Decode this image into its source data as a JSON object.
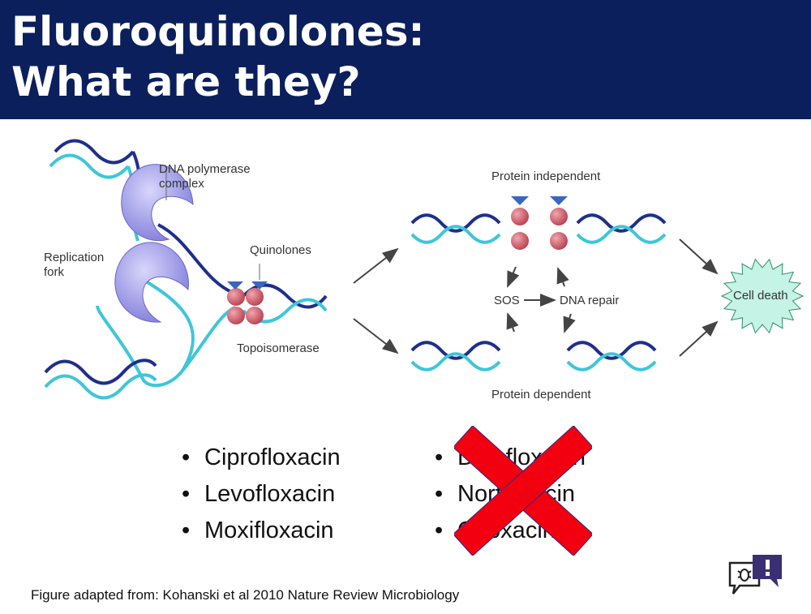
{
  "header": {
    "title_line1": "Fluoroquinolones:",
    "title_line2": "What are they?"
  },
  "diagram": {
    "labels": {
      "dna_polymerase": [
        "DNA polymerase",
        "complex"
      ],
      "replication_fork": [
        "Replication",
        "fork"
      ],
      "quinolones": "Quinolones",
      "topoisomerase": "Topoisomerase",
      "protein_independent": "Protein independent",
      "protein_dependent": "Protein dependent",
      "sos": "SOS",
      "dna_repair": "DNA repair",
      "cell_death": "Cell death"
    },
    "colors": {
      "dna_dark": "#1f2f8a",
      "dna_light": "#3fc6d8",
      "polymerase": "#8a87e0",
      "topoisomerase": "#c9505e",
      "cell_death": "#c5f3e5"
    }
  },
  "drugs": {
    "left": [
      "Ciprofloxacin",
      "Levofloxacin",
      "Moxifloxacin"
    ],
    "right": [
      "Delafloxacin",
      "Norfloxacin",
      "Ofloxacin"
    ]
  },
  "overlay": {
    "cross_color": "#f2000f"
  },
  "footer": {
    "citation": "Figure adapted from: Kohanski et al 2010 Nature Review Microbiology"
  },
  "logo": {
    "icon": "chat-bug-icon"
  }
}
